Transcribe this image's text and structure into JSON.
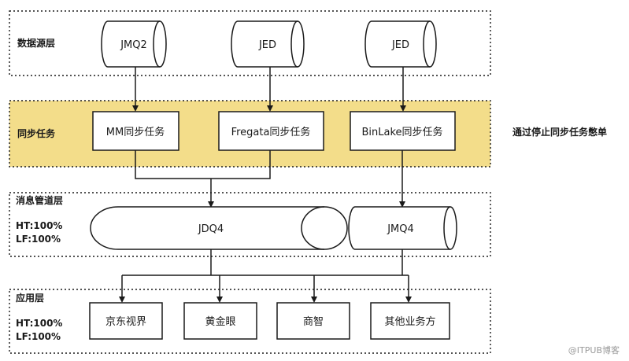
{
  "layers": {
    "source": {
      "label": "数据源层"
    },
    "sync": {
      "label": "同步任务"
    },
    "pipe": {
      "label": "消息管道层",
      "ht": "HT:100%",
      "lf": "LF:100%"
    },
    "app": {
      "label": "应用层",
      "ht": "HT:100%",
      "lf": "LF:100%"
    }
  },
  "sources": [
    {
      "label": "JMQ2"
    },
    {
      "label": "JED"
    },
    {
      "label": "JED"
    }
  ],
  "sync_tasks": [
    {
      "label": "MM同步任务"
    },
    {
      "label": "Fregata同步任务"
    },
    {
      "label": "BinLake同步任务"
    }
  ],
  "pipes": [
    {
      "label": "JDQ4"
    },
    {
      "label": "JMQ4"
    }
  ],
  "apps": [
    {
      "label": "京东视界"
    },
    {
      "label": "黄金眼"
    },
    {
      "label": "商智"
    },
    {
      "label": "其他业务方"
    }
  ],
  "side_note": "通过停止同步任务憋单",
  "watermark": "@ITPUB博客",
  "colors": {
    "sync_band": "#f3dd8a",
    "stroke": "#1a1a1a"
  }
}
